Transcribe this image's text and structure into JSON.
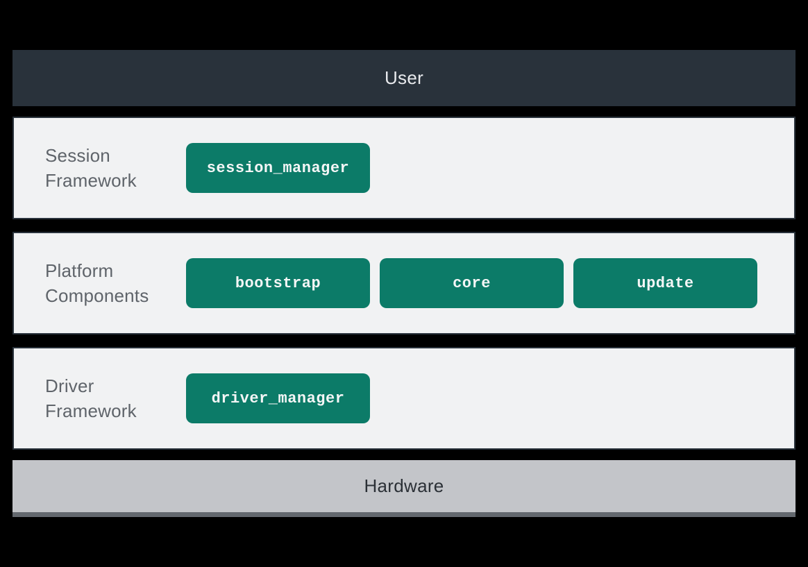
{
  "diagram": {
    "user_bar": {
      "label": "User"
    },
    "layers": [
      {
        "label": "Session Framework",
        "modules": [
          "session_manager"
        ]
      },
      {
        "label": "Platform Components",
        "modules": [
          "bootstrap",
          "core",
          "update"
        ]
      },
      {
        "label": "Driver Framework",
        "modules": [
          "driver_manager"
        ]
      }
    ],
    "hardware_bar": {
      "label": "Hardware"
    },
    "colors": {
      "background": "#000000",
      "user_bar_bg": "#29323b",
      "user_bar_text": "#e8eaed",
      "layer_bg": "#f1f2f3",
      "layer_border": "#29323b",
      "layer_label_text": "#5f646a",
      "module_bg": "#0c7b68",
      "module_text": "#f4f6f6",
      "hardware_bg": "#c3c5c9",
      "hardware_bottom_edge": "#63686e",
      "hardware_text": "#2b3036"
    }
  }
}
